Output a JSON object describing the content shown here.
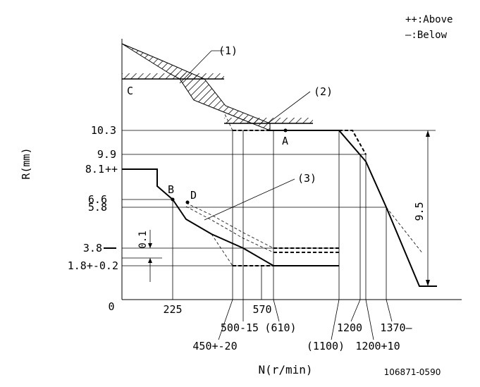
{
  "legend": {
    "above": "++:Above",
    "below": "—:Below"
  },
  "axis": {
    "ylabel": "R(mm)",
    "xlabel": "N(r/min)",
    "origin": "0"
  },
  "callouts": {
    "c1": "(1)",
    "c2": "(2)",
    "c3": "(3)"
  },
  "points": {
    "A": "A",
    "B": "B",
    "C": "C",
    "D": "D"
  },
  "y_ticks": {
    "r103": "10.3",
    "r99": "9.9",
    "r81": "8.1",
    "r81_marker": "++",
    "r66": "6.6",
    "r58": "5.8",
    "r38": "3.8",
    "r18": "1.8+-0.2",
    "d01": "0.1"
  },
  "x_ticks": {
    "n225": "225",
    "n570": "570",
    "n610": "(610)",
    "n500": "500-15",
    "n450": "450+-20",
    "n1100": "(1100)",
    "n1200": "1200",
    "n1200p": "1200+10",
    "n1370": "1370—"
  },
  "dimension": {
    "stroke": "9.5"
  },
  "figure_code": "106871-0590"
}
